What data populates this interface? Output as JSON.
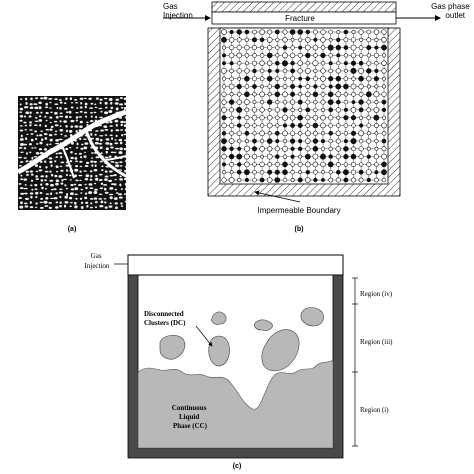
{
  "panel_a": {
    "caption": "(a)"
  },
  "panel_b": {
    "caption": "(b)",
    "gas_injection": [
      "Gas",
      "Injection"
    ],
    "gas_outlet": [
      "Gas phase",
      "outlet"
    ],
    "fracture_label": "Fracture",
    "boundary_label": "Impermeable Boundary",
    "grid_size": 22
  },
  "panel_c": {
    "caption": "(c)",
    "gas_injection": [
      "Gas",
      "Injection"
    ],
    "dc_label": [
      "Disconnected",
      "Clusters (DC)"
    ],
    "cc_label": [
      "Continuous",
      "Liquid",
      "Phase (CC)"
    ],
    "regions": [
      "Region (iv)",
      "Region (iii)",
      "Region (i)"
    ],
    "colors": {
      "liquid": "#b8b8b8",
      "wall": "#4a4a4a"
    }
  }
}
